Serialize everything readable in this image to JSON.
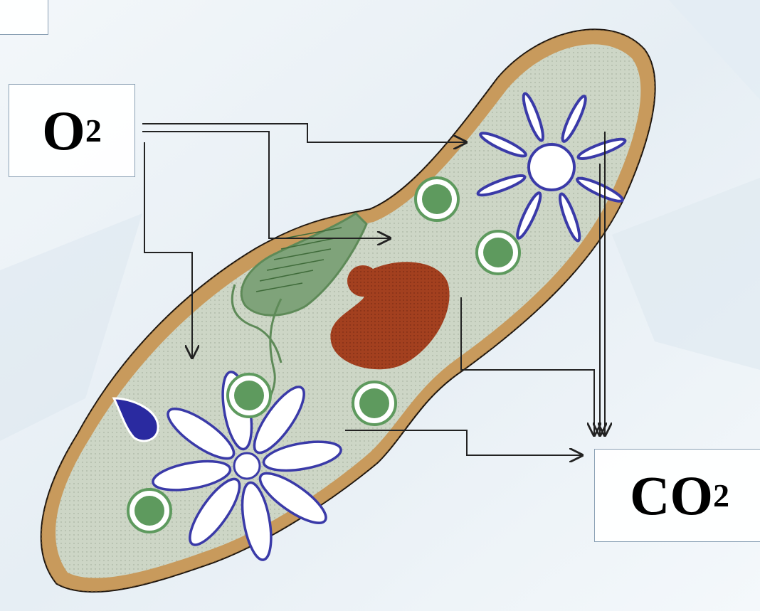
{
  "labels": {
    "oxygen": {
      "text": "O",
      "subscript": "2"
    },
    "carbon_dioxide": {
      "text": "CO",
      "subscript": "2"
    },
    "corner_box": {
      "text": ""
    }
  },
  "colors": {
    "background": "#eef4f8",
    "cytoplasm": "#cfd8c9",
    "cilia": "#111111",
    "membrane_dots": "#b98a4a",
    "contractile_vacuole": "#3a3aa8",
    "macronucleus": "#a0391a",
    "oral_groove": "#5e8a58",
    "food_vacuole": "#5e9a5e",
    "arrow": "#222222"
  },
  "icons": [
    "paramecium-cell",
    "contractile-vacuole-icon",
    "food-vacuole-icon",
    "macronucleus-icon",
    "micronucleus-icon",
    "oral-groove-icon",
    "anal-pore-icon",
    "arrow-icon"
  ]
}
